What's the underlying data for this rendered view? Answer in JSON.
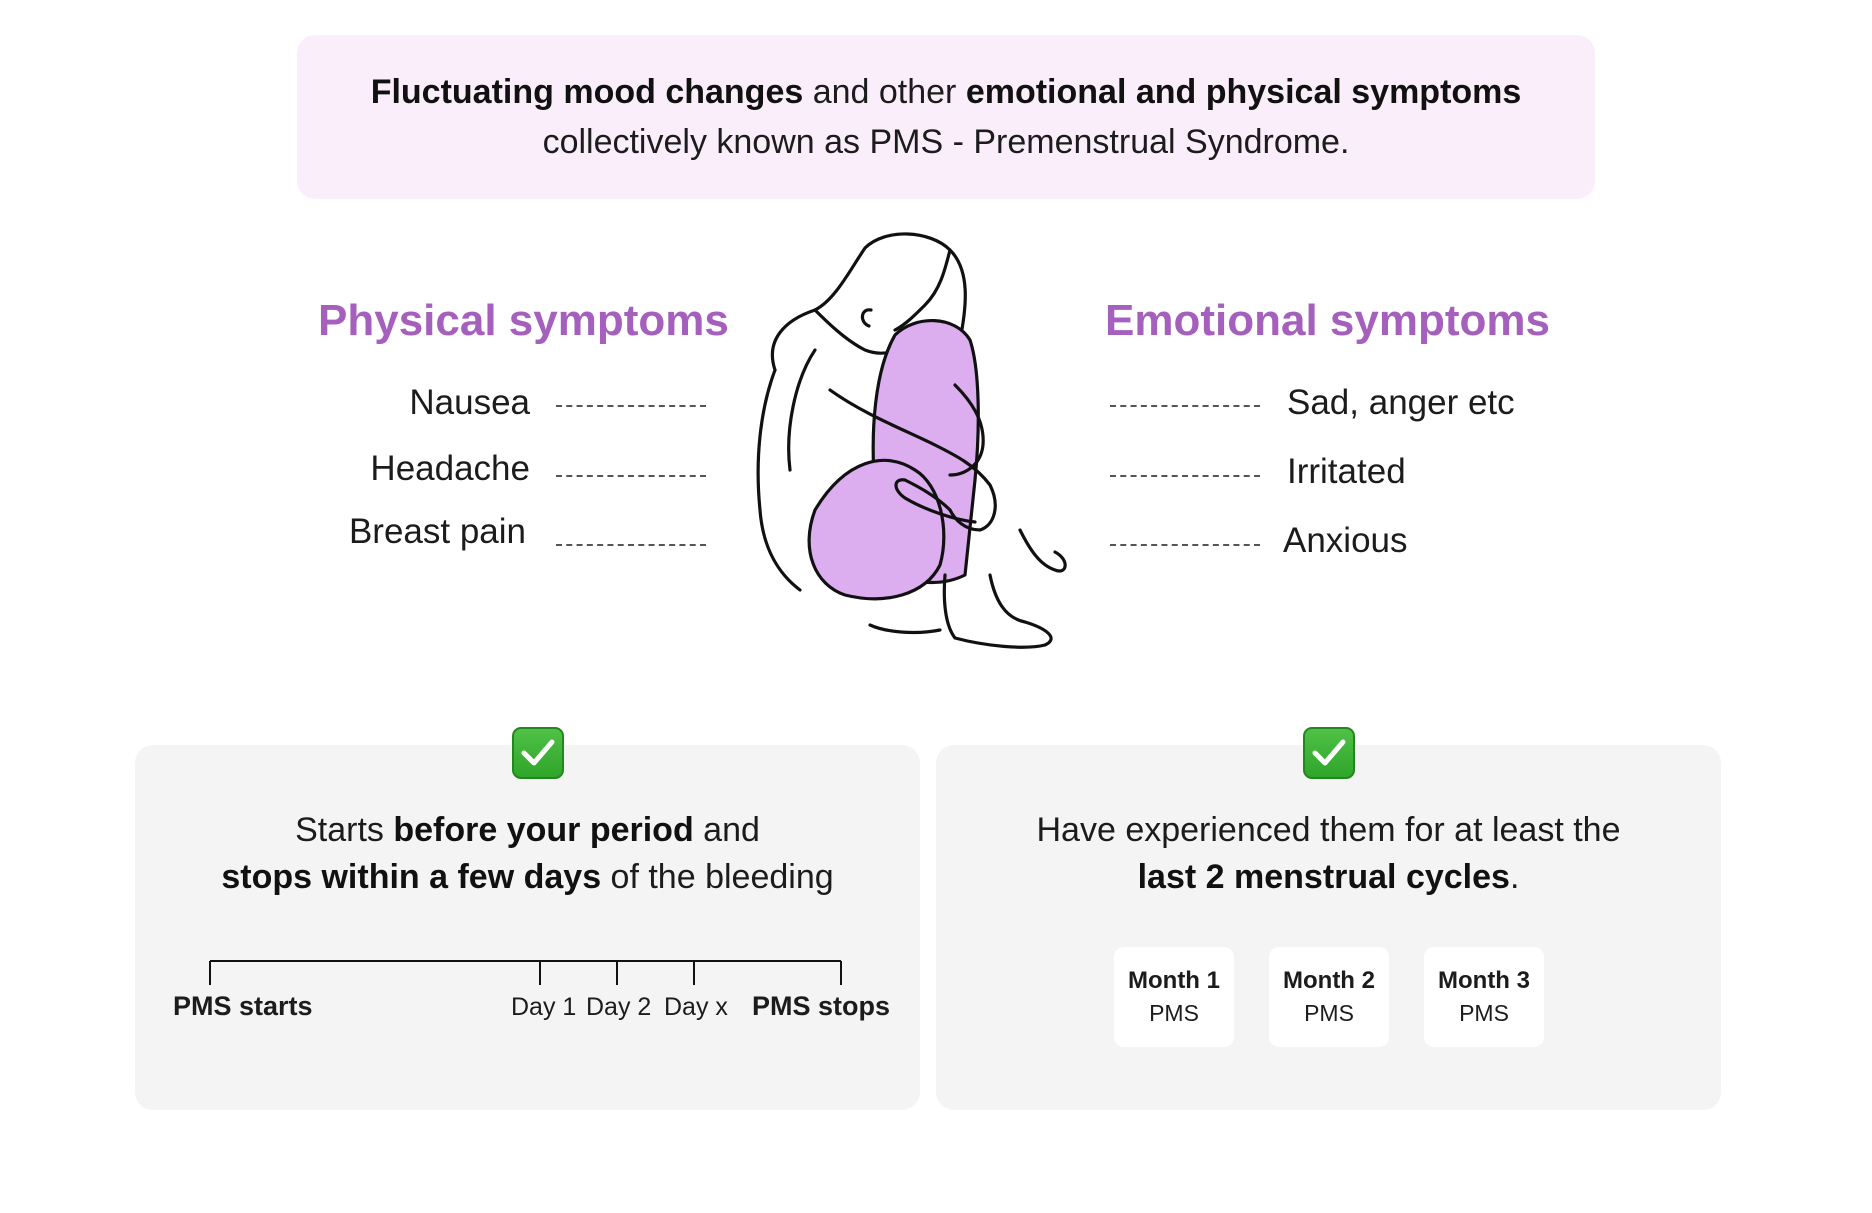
{
  "banner": {
    "line1_bold1": "Fluctuating mood changes",
    "line1_mid": " and other ",
    "line1_bold2": "emotional and physical symptoms",
    "line2": "collectively known as PMS - Premenstrual Syndrome."
  },
  "physical": {
    "heading": "Physical symptoms",
    "items": [
      "Nausea",
      "Headache",
      "Breast pain"
    ]
  },
  "emotional": {
    "heading": "Emotional symptoms",
    "items": [
      "Sad, anger etc",
      "Irritated",
      "Anxious"
    ]
  },
  "colors": {
    "accent": "#a560bd",
    "figure_fill": "#dcaef0",
    "banner_bg": "#fbeefb",
    "card_bg": "#f4f4f4",
    "check": "#3bb335"
  },
  "left_card": {
    "text_pre": "Starts ",
    "text_bold1": "before your period",
    "text_mid": " and",
    "text_bold2": "stops within a few days",
    "text_post": " of the bleeding",
    "timeline": {
      "start": "PMS starts",
      "days": [
        "Day 1",
        "Day 2",
        "Day x"
      ],
      "end": "PMS stops"
    }
  },
  "right_card": {
    "text_line1": "Have experienced them for at least the",
    "text_bold": "last 2 menstrual cycles",
    "text_post": ".",
    "months": [
      {
        "title": "Month 1",
        "sub": "PMS"
      },
      {
        "title": "Month 2",
        "sub": "PMS"
      },
      {
        "title": "Month 3",
        "sub": "PMS"
      }
    ]
  },
  "icons": [
    "check-icon",
    "woman-hugging-knees-illustration"
  ]
}
